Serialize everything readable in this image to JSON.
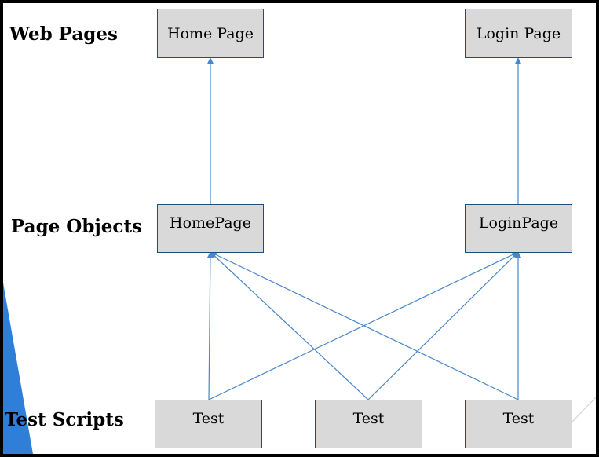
{
  "row_labels": {
    "web_pages": "Web Pages",
    "page_objects": "Page Objects",
    "test_scripts": "Test Scripts"
  },
  "nodes": {
    "home_page": "Home Page",
    "login_page": "Login Page",
    "home_page_object": "HomePage",
    "login_page_object": "LoginPage",
    "test_1": "Test",
    "test_2": "Test",
    "test_3": "Test"
  },
  "colors": {
    "node_fill": "#d9d9d9",
    "node_border": "#1f4e79",
    "connector": "#4a86c8",
    "accent_shape": "#2f7ed8",
    "frame": "#000000"
  }
}
